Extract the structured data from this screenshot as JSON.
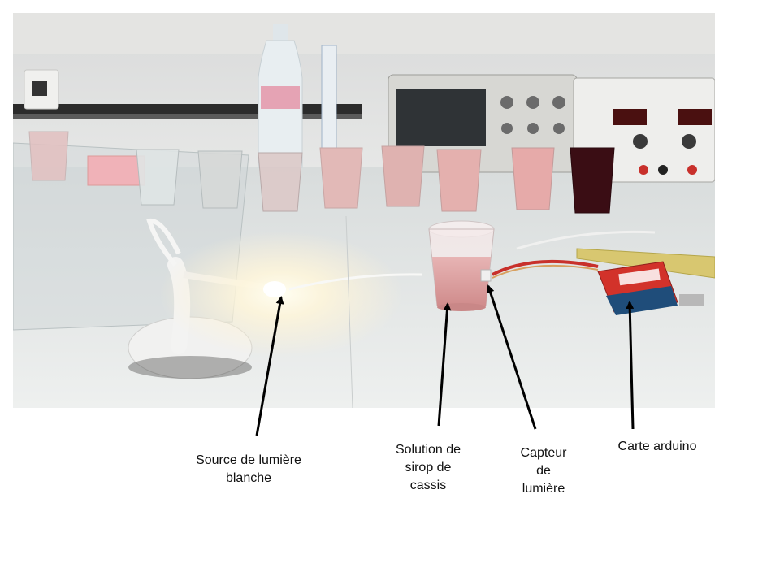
{
  "labels": {
    "light_source": [
      "Source de lumière",
      "blanche"
    ],
    "solution": [
      "Solution de",
      "sirop de",
      "cassis"
    ],
    "sensor": [
      "Capteur",
      "de",
      "lumière"
    ],
    "arduino": [
      "Carte arduino"
    ]
  },
  "colors": {
    "arrow": "#000000",
    "syrup_light": "#d99a9a",
    "syrup_dark": "#3a0d14",
    "arduino_red": "#d2322a",
    "bench": "#e7eaea"
  }
}
